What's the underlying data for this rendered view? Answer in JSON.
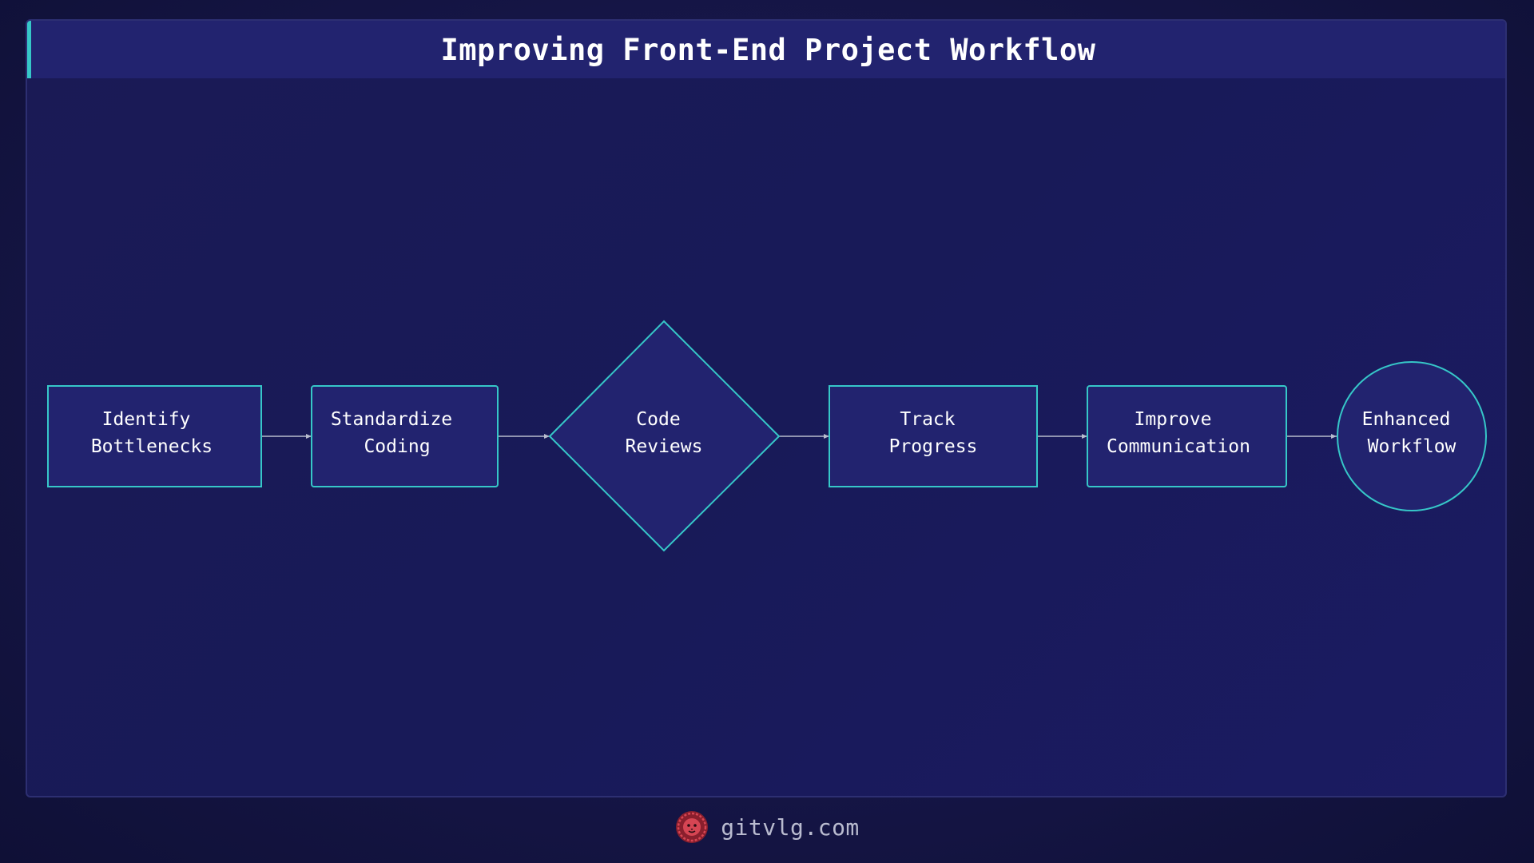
{
  "title": "Improving Front-End Project Workflow",
  "nodes": [
    {
      "id": "identify",
      "shape": "rect",
      "line1": "Identify",
      "line2": "Bottlenecks"
    },
    {
      "id": "standardize",
      "shape": "rect",
      "line1": "Standardize",
      "line2": "Coding"
    },
    {
      "id": "review",
      "shape": "diamond",
      "line1": "Code",
      "line2": "Reviews"
    },
    {
      "id": "track",
      "shape": "rect",
      "line1": "Track",
      "line2": "Progress"
    },
    {
      "id": "communicate",
      "shape": "rect",
      "line1": "Improve",
      "line2": "Communication"
    },
    {
      "id": "enhanced",
      "shape": "circle",
      "line1": "Enhanced",
      "line2": "Workflow"
    }
  ],
  "edges": [
    {
      "from": "identify",
      "to": "standardize"
    },
    {
      "from": "standardize",
      "to": "review"
    },
    {
      "from": "review",
      "to": "track"
    },
    {
      "from": "track",
      "to": "communicate"
    },
    {
      "from": "communicate",
      "to": "enhanced"
    }
  ],
  "colors": {
    "node_fill": "#22236f",
    "node_stroke": "#36c7c8",
    "edge": "#b8bccd",
    "logo": "#d64553"
  },
  "footer": {
    "logo_icon": "lion-logo",
    "text": "gitvlg.com"
  }
}
